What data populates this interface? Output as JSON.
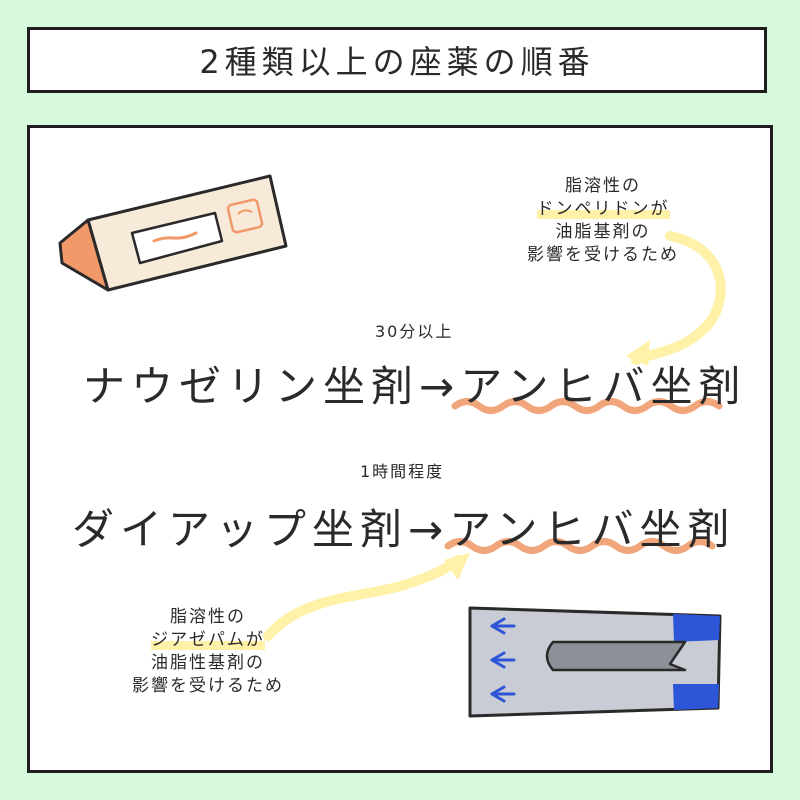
{
  "title": "2種類以上の座薬の順番",
  "top_note": {
    "line1": "脂溶性の",
    "line2": "ドンペリドンが",
    "line3": "油脂基剤の",
    "line4": "影響を受けるため"
  },
  "top_interval": "30分以上",
  "top_sequence": {
    "first": "ナウゼリン坐剤",
    "arrow": "→",
    "second": "アンヒバ坐剤"
  },
  "bottom_interval": "1時間程度",
  "bottom_sequence": {
    "first": "ダイアップ坐剤",
    "arrow": "→",
    "second": "アンヒバ坐剤"
  },
  "bottom_note": {
    "line1": "脂溶性の",
    "line2": "ジアゼパムが",
    "line3": "油脂性基剤の",
    "line4": "影響を受けるため"
  },
  "colors": {
    "background": "#d7fadc",
    "highlight_yellow": "#fff1a8",
    "wavy_orange": "#f0a57a",
    "blue_accent": "#2d55d8"
  }
}
